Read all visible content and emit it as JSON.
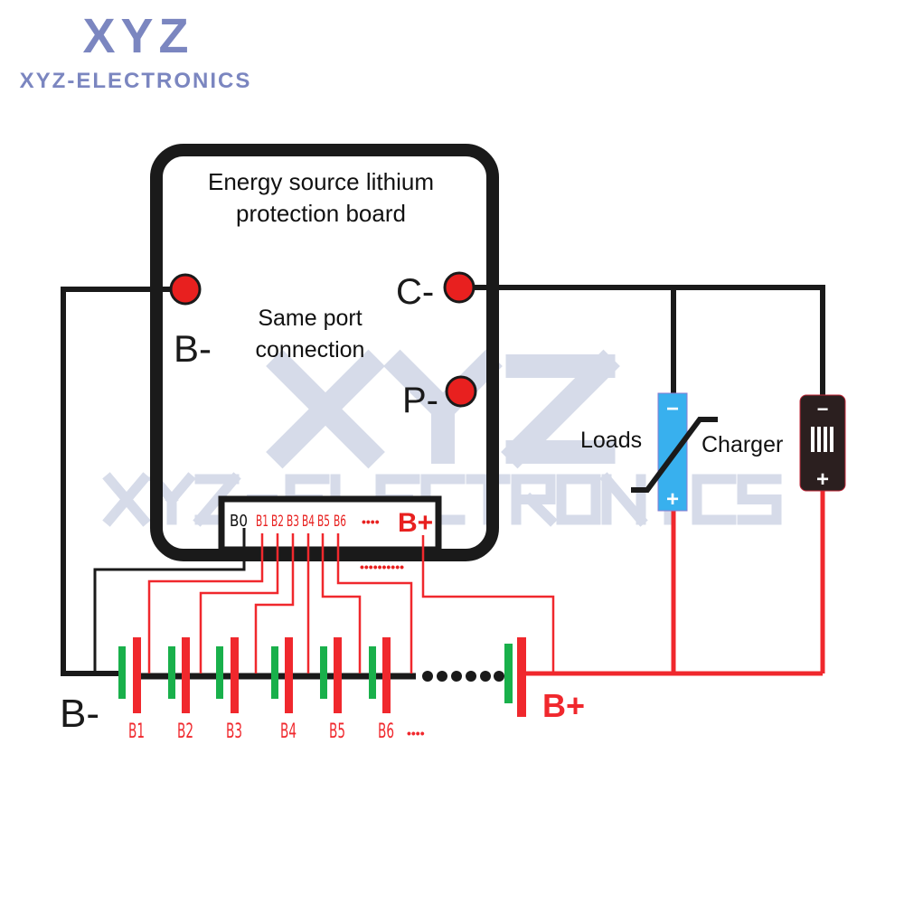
{
  "logo": {
    "main": "XYZ",
    "sub": "XYZ-Electronics"
  },
  "watermark": {
    "main": "XYZ",
    "sub": "XYZ-Electronics"
  },
  "board": {
    "title_line1": "Energy source lithium",
    "title_line2": "protection board",
    "note_line1": "Same port",
    "note_line2": "connection",
    "terminals": {
      "b_minus": "B-",
      "c_minus": "C-",
      "p_minus": "P-"
    },
    "connector_pins": [
      "B0",
      "B1",
      "B2",
      "B3",
      "B4",
      "B5",
      "B6"
    ],
    "connector_more": "••••",
    "connector_bplus": "B+",
    "connector_extra_dots": "••••••••••"
  },
  "pack": {
    "cells": [
      "B1",
      "B2",
      "B3",
      "B4",
      "B5",
      "B6"
    ],
    "more": "••••",
    "b_minus": "B-",
    "b_plus": "B+"
  },
  "loads": {
    "label": "Loads",
    "minus": "−",
    "plus": "+"
  },
  "charger": {
    "label": "Charger",
    "minus": "−",
    "plus": "+"
  },
  "colors": {
    "wire": "#1a1a1a",
    "positive": "#f0282d",
    "negative_plate": "#19b04b",
    "logo": "#7b86c0",
    "watermark": "#c9d0e2",
    "load": "#38b0ee",
    "charger": "#2b1f1f"
  }
}
